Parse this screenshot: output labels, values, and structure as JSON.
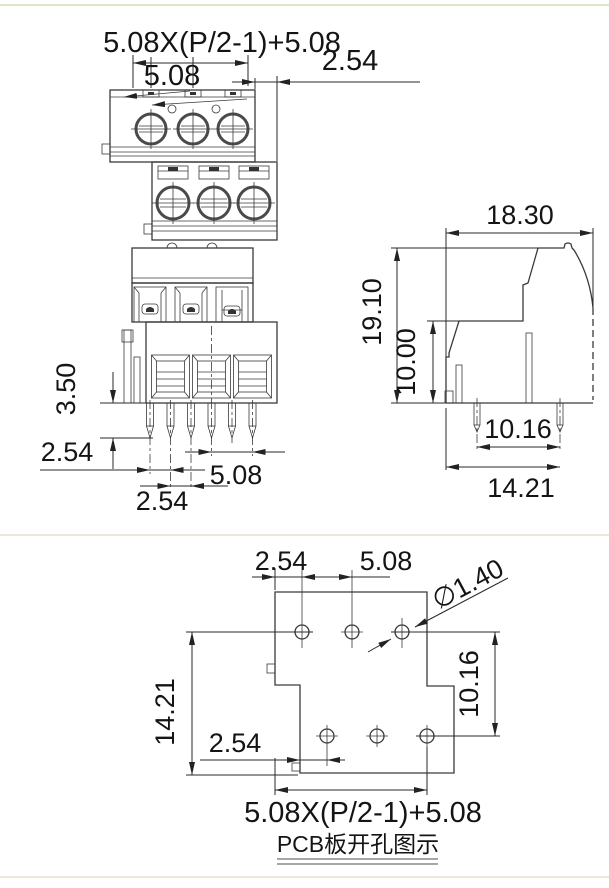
{
  "drawing": {
    "title_caption": "PCB板开孔图示",
    "colors": {
      "line": "#3a3a3a",
      "top_rule": "#d9e7cb",
      "divider_rule": "#ece8d3"
    },
    "top_view": {
      "formula": "5.08X(P/2-1)+5.08",
      "pitch": "5.08",
      "row_offset": "2.54"
    },
    "front_view": {
      "pin_length": "3.50",
      "pin_offset_left": "2.54",
      "pin_pitch": "5.08",
      "pin_offset_bottom": "2.54"
    },
    "side_view": {
      "depth": "18.30",
      "total_height": "19.10",
      "front_height": "10.00",
      "pin_row_span": "10.16",
      "overall_depth_span": "14.21"
    },
    "pcb_view": {
      "edge_to_hole": "2.54",
      "hole_pitch": "5.08",
      "hole_diameter": "∅1.40",
      "board_span": "14.21",
      "row_span": "10.16",
      "row_offset": "2.54",
      "formula": "5.08X(P/2-1)+5.08",
      "caption": "PCB板开孔图示"
    }
  }
}
